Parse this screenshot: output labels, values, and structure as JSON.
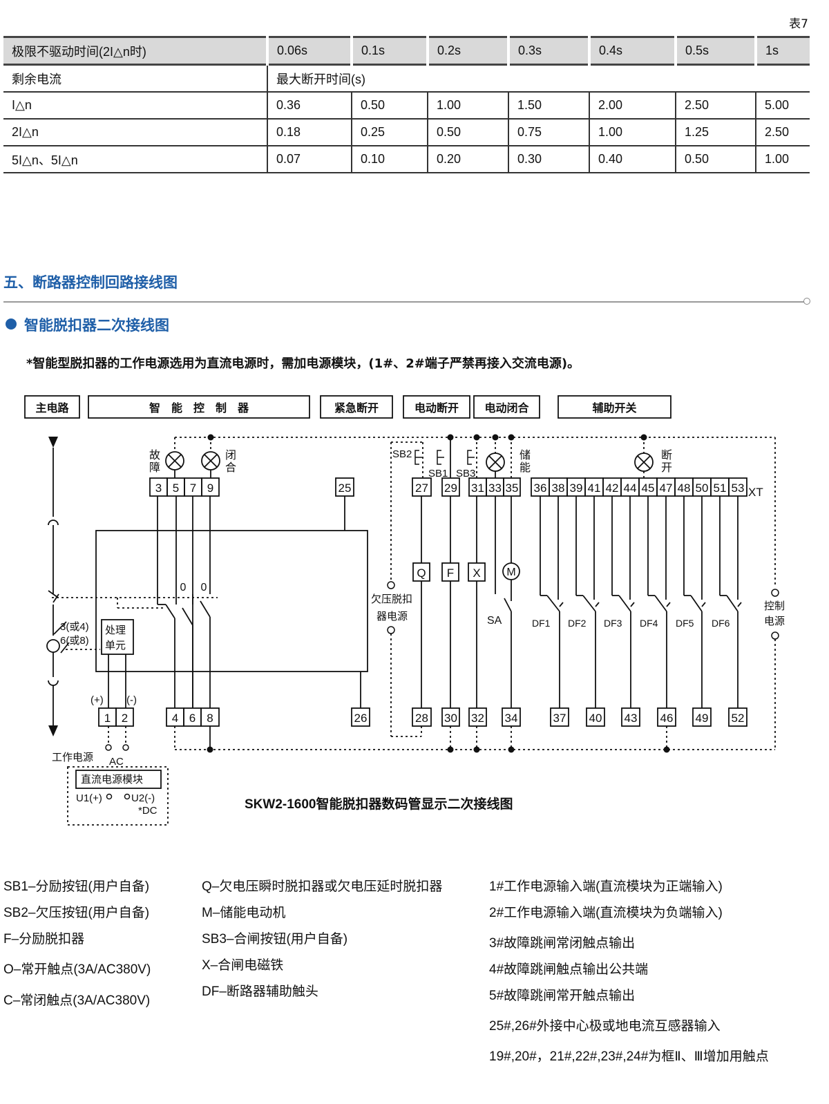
{
  "table_label": "表7",
  "table": {
    "header": [
      "极限不驱动时间(2I△n时)",
      "0.06s",
      "0.1s",
      "0.2s",
      "0.3s",
      "0.4s",
      "0.5s",
      "1s"
    ],
    "subheader": [
      "剩余电流",
      "最大断开时间(s)"
    ],
    "rows": [
      [
        "I△n",
        "0.36",
        "0.50",
        "1.00",
        "1.50",
        "2.00",
        "2.50",
        "5.00"
      ],
      [
        "2I△n",
        "0.18",
        "0.25",
        "0.50",
        "0.75",
        "1.00",
        "1.25",
        "2.50"
      ],
      [
        "5I△n、5I△n",
        "0.07",
        "0.10",
        "0.20",
        "0.30",
        "0.40",
        "0.50",
        "1.00"
      ]
    ]
  },
  "section_title": "五、断路器控制回路接线图",
  "subsection_title": "智能脱扣器二次接线图",
  "note": "*智能型脱扣器的工作电源选用为直流电源时，需加电源模块，(1#、2#端子严禁再接入交流电源)。",
  "diagram": {
    "headers": [
      "主电路",
      "智　能　控　制　器",
      "紧急断开",
      "电动断开",
      "电动闭合",
      "辅助开关"
    ],
    "lamp_labels": {
      "fault": [
        "故",
        "障"
      ],
      "close": [
        "闭",
        "合"
      ],
      "store": [
        "储",
        "能"
      ],
      "open": [
        "断",
        "开"
      ]
    },
    "top_terminals": [
      "3",
      "5",
      "7",
      "9",
      "25",
      "27",
      "29",
      "31",
      "33",
      "35",
      "36",
      "38",
      "39",
      "41",
      "42",
      "44",
      "45",
      "47",
      "48",
      "50",
      "51",
      "53"
    ],
    "xt": "XT",
    "bottom_terminals": [
      "1",
      "2",
      "4",
      "6",
      "8",
      "26",
      "28",
      "30",
      "32",
      "34",
      "37",
      "40",
      "43",
      "46",
      "49",
      "52"
    ],
    "buttons": [
      "SB2",
      "SB1",
      "SB3"
    ],
    "coils": [
      "Q",
      "F",
      "X",
      "M"
    ],
    "sa": "SA",
    "aux": [
      "DF1",
      "DF2",
      "DF3",
      "DF4",
      "DF5",
      "DF6"
    ],
    "zero": [
      "0",
      "0"
    ],
    "ct_labels": [
      "3(或4)",
      "6(或8)"
    ],
    "processing": [
      "处理",
      "单元"
    ],
    "polarity": [
      "(+)",
      "(-)"
    ],
    "uv_label": [
      "欠压脱扣",
      "器电源"
    ],
    "ctrl_label": [
      "控制",
      "电源"
    ],
    "work_power": "工作电源",
    "ac": "AC",
    "dc_module": "直流电源模块",
    "u1": "U1(+)",
    "u2": "U2(-)",
    "dc": "*DC",
    "caption": "SKW2-1600智能脱扣器数码管显示二次接线图"
  },
  "legend": {
    "col1": [
      "SB1–分励按钮(用户自备)",
      "SB2–欠压按钮(用户自备)",
      "F–分励脱扣器",
      "O–常开触点(3A/AC380V)",
      "C–常闭触点(3A/AC380V)"
    ],
    "col2": [
      "Q–欠电压瞬时脱扣器或欠电压延时脱扣器",
      "M–储能电动机",
      "SB3–合闸按钮(用户自备)",
      "X–合闸电磁铁",
      "DF–断路器辅助触头"
    ],
    "col3": [
      "1#工作电源输入端(直流模块为正端输入)",
      "2#工作电源输入端(直流模块为负端输入)",
      "3#故障跳闸常闭触点输出",
      "4#故障跳闸触点输出公共端",
      "5#故障跳闸常开触点输出",
      "25#,26#外接中心极或地电流互感器输入",
      "19#,20#，21#,22#,23#,24#为框Ⅱ、Ⅲ增加用触点"
    ]
  }
}
